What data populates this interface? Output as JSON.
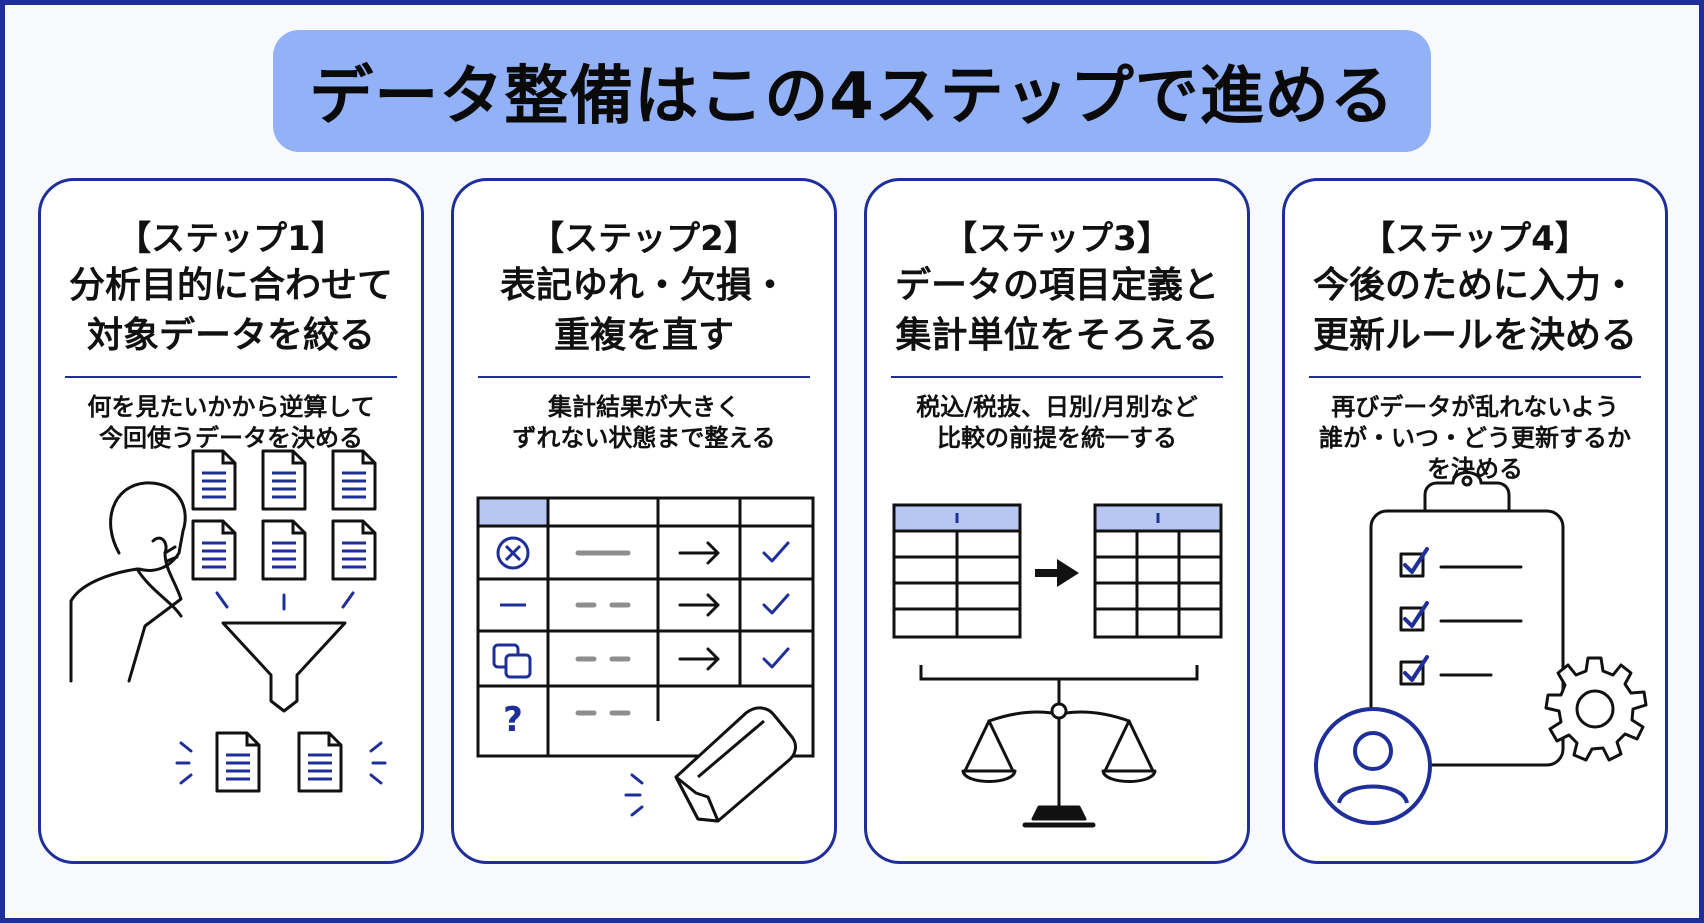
{
  "title": "データ整備はこの4ステップで進める",
  "steps": [
    {
      "label": "【ステップ1】",
      "heading": [
        "分析目的に合わせて",
        "対象データを絞る"
      ],
      "desc": [
        "何を見たいかから逆算して",
        "今回使うデータを決める"
      ],
      "icons": [
        "person-thinking-icon",
        "document-icon",
        "funnel-icon"
      ]
    },
    {
      "label": "【ステップ2】",
      "heading": [
        "表記ゆれ・欠損・",
        "重複を直す"
      ],
      "desc": [
        "集計結果が大きく",
        "ずれない状態まで整える"
      ],
      "icons": [
        "error-circle-icon",
        "minus-icon",
        "duplicate-icon",
        "question-icon",
        "arrow-right-icon",
        "check-icon",
        "eraser-icon"
      ]
    },
    {
      "label": "【ステップ3】",
      "heading": [
        "データの項目定義と",
        "集計単位をそろえる"
      ],
      "desc": [
        "税込/税抜、日別/月別など",
        "比較の前提を統一する"
      ],
      "icons": [
        "table-icon",
        "arrow-right-icon",
        "balance-scale-icon"
      ]
    },
    {
      "label": "【ステップ4】",
      "heading": [
        "今後のために入力・",
        "更新ルールを決める"
      ],
      "desc": [
        "再びデータが乱れないよう",
        "誰が・いつ・どう更新するか",
        "を決める"
      ],
      "icons": [
        "clipboard-checklist-icon",
        "gear-icon",
        "user-icon"
      ]
    }
  ],
  "colors": {
    "navy": "#1f2f9a",
    "banner": "#93b1f7",
    "table_header": "#b8c7f2"
  }
}
